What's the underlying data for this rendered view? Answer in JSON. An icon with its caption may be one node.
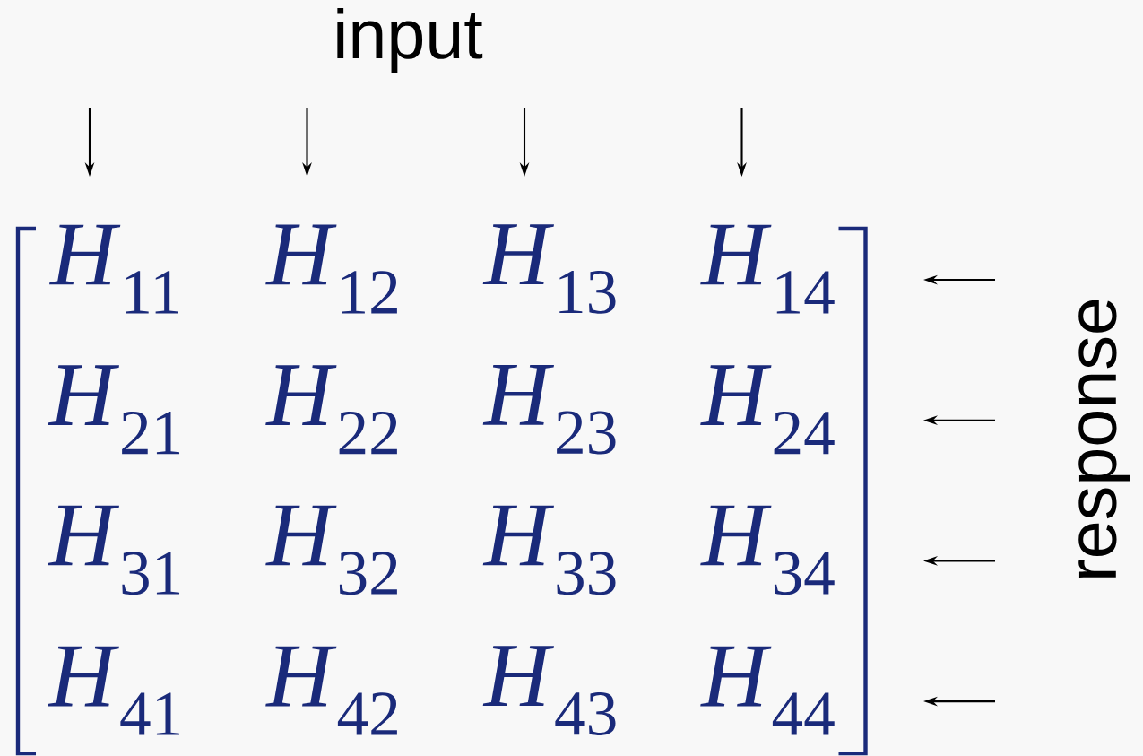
{
  "diagram": {
    "labels": [
      "input",
      "*H*$_{11}$",
      "*H*$_{12}$",
      "*H*$_{13}$",
      "*H*$_{14}$",
      "*H*$_{21}$",
      "*H*$_{22}$",
      "*H*$_{23}$",
      "*H*$_{24}$",
      "*H*$_{31}$",
      "*H*$_{32}$",
      "*H*$_{33}$",
      "*H*$_{34}$",
      "*H*$_{41}$",
      "*H*$_{42}$",
      "*H*$_{43}$",
      "*H*$_{44}$",
      "response"
    ]
  }
}
